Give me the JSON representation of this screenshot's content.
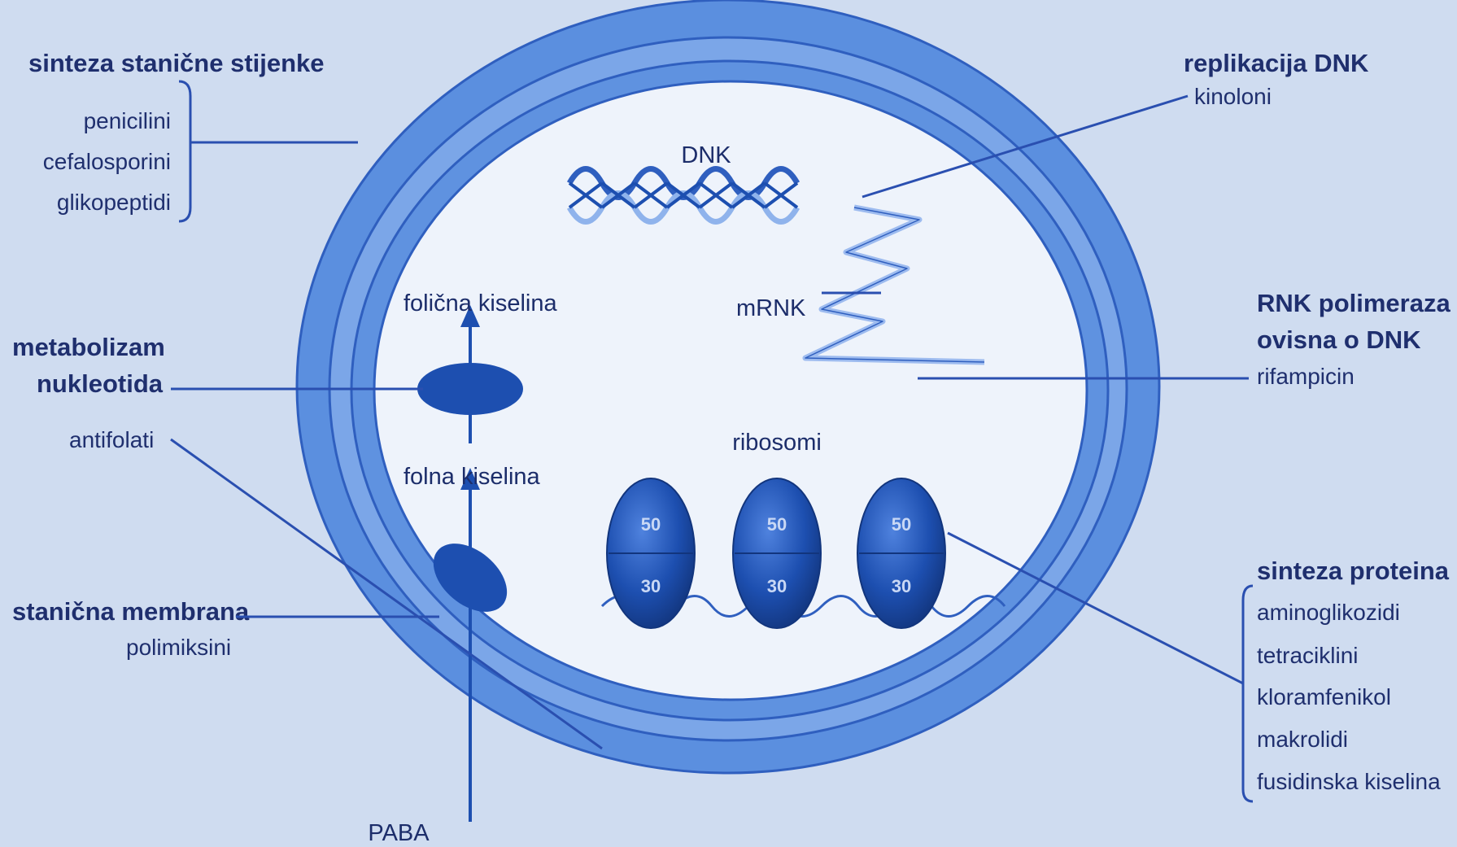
{
  "colors": {
    "page_bg": "#cfdcf0",
    "outer_wall": "#5b8fdf",
    "inner_wall": "#7ba6e8",
    "cytoplasm": "#eef3fb",
    "ribosome": "#1d4fb0",
    "lines": "#2a4fb0",
    "text": "#1f2f6e"
  },
  "labels": {
    "cell_wall": {
      "heading": "sinteza stanične stijenke",
      "drugs": [
        "penicilini",
        "cefalosporini",
        "glikopeptidi"
      ]
    },
    "nucleotide": {
      "heading_line1": "metabolizam",
      "heading_line2": "nukleotida",
      "drug": "antifolati"
    },
    "membrane": {
      "heading": "stanična membrana",
      "drug": "polimiksini"
    },
    "dna_replication": {
      "heading": "replikacija DNK",
      "drug": "kinoloni"
    },
    "rna_polymerase": {
      "heading_line1": "RNK polimeraza",
      "heading_line2": "ovisna o DNK",
      "drug": "rifampicin"
    },
    "protein_synthesis": {
      "heading": "sinteza proteina",
      "drugs": [
        "aminoglikozidi",
        "tetraciklini",
        "kloramfenikol",
        "makrolidi",
        "fusidinska kiselina"
      ]
    }
  },
  "inside": {
    "dna": "DNK",
    "mrna": "mRNK",
    "folinic": "folična kiselina",
    "folic": "folna kiselina",
    "ribosomes": "ribosomi",
    "paba": "PABA"
  },
  "ribosome_subunits": {
    "large": "50",
    "small": "30"
  }
}
